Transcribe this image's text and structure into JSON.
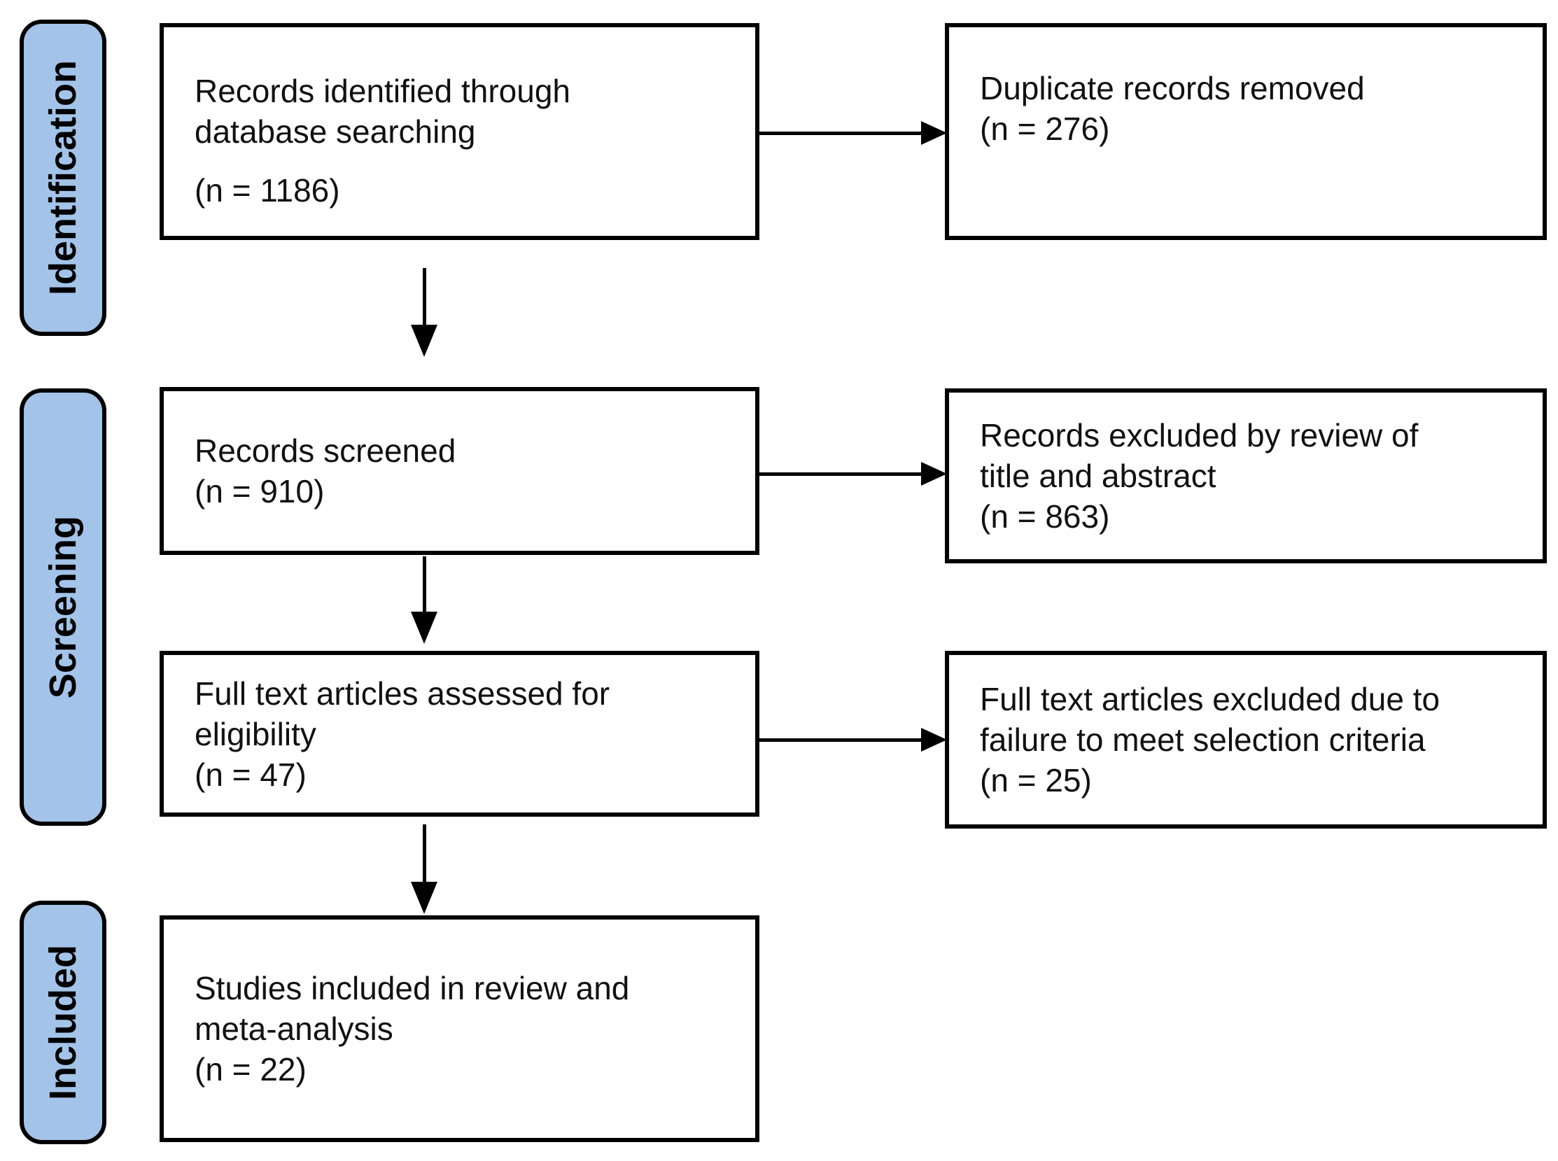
{
  "colors": {
    "stage_fill": "#a3c4e8",
    "stroke": "#000000",
    "background": "#ffffff",
    "text": "#111111"
  },
  "stages": [
    {
      "label": "Identification"
    },
    {
      "label": "Screening"
    },
    {
      "label": "Included"
    }
  ],
  "boxes": {
    "identified": {
      "lines": [
        "Records identified through",
        "database searching"
      ],
      "count": "(n = 1186)"
    },
    "duplicates_removed": {
      "lines": [
        "Duplicate records removed"
      ],
      "count": "(n = 276)"
    },
    "screened": {
      "lines": [
        "Records screened"
      ],
      "count": "(n = 910)"
    },
    "excluded_title_abstract": {
      "lines": [
        "Records excluded by review of",
        "title and abstract"
      ],
      "count": "(n = 863)"
    },
    "fulltext_assessed": {
      "lines": [
        "Full text articles assessed for",
        "eligibility"
      ],
      "count": "(n = 47)"
    },
    "fulltext_excluded": {
      "lines": [
        "Full text articles excluded due to",
        "failure to meet selection criteria"
      ],
      "count": "(n = 25)"
    },
    "included_studies": {
      "lines": [
        "Studies included in review and",
        "meta-analysis"
      ],
      "count": "(n = 22)"
    }
  }
}
